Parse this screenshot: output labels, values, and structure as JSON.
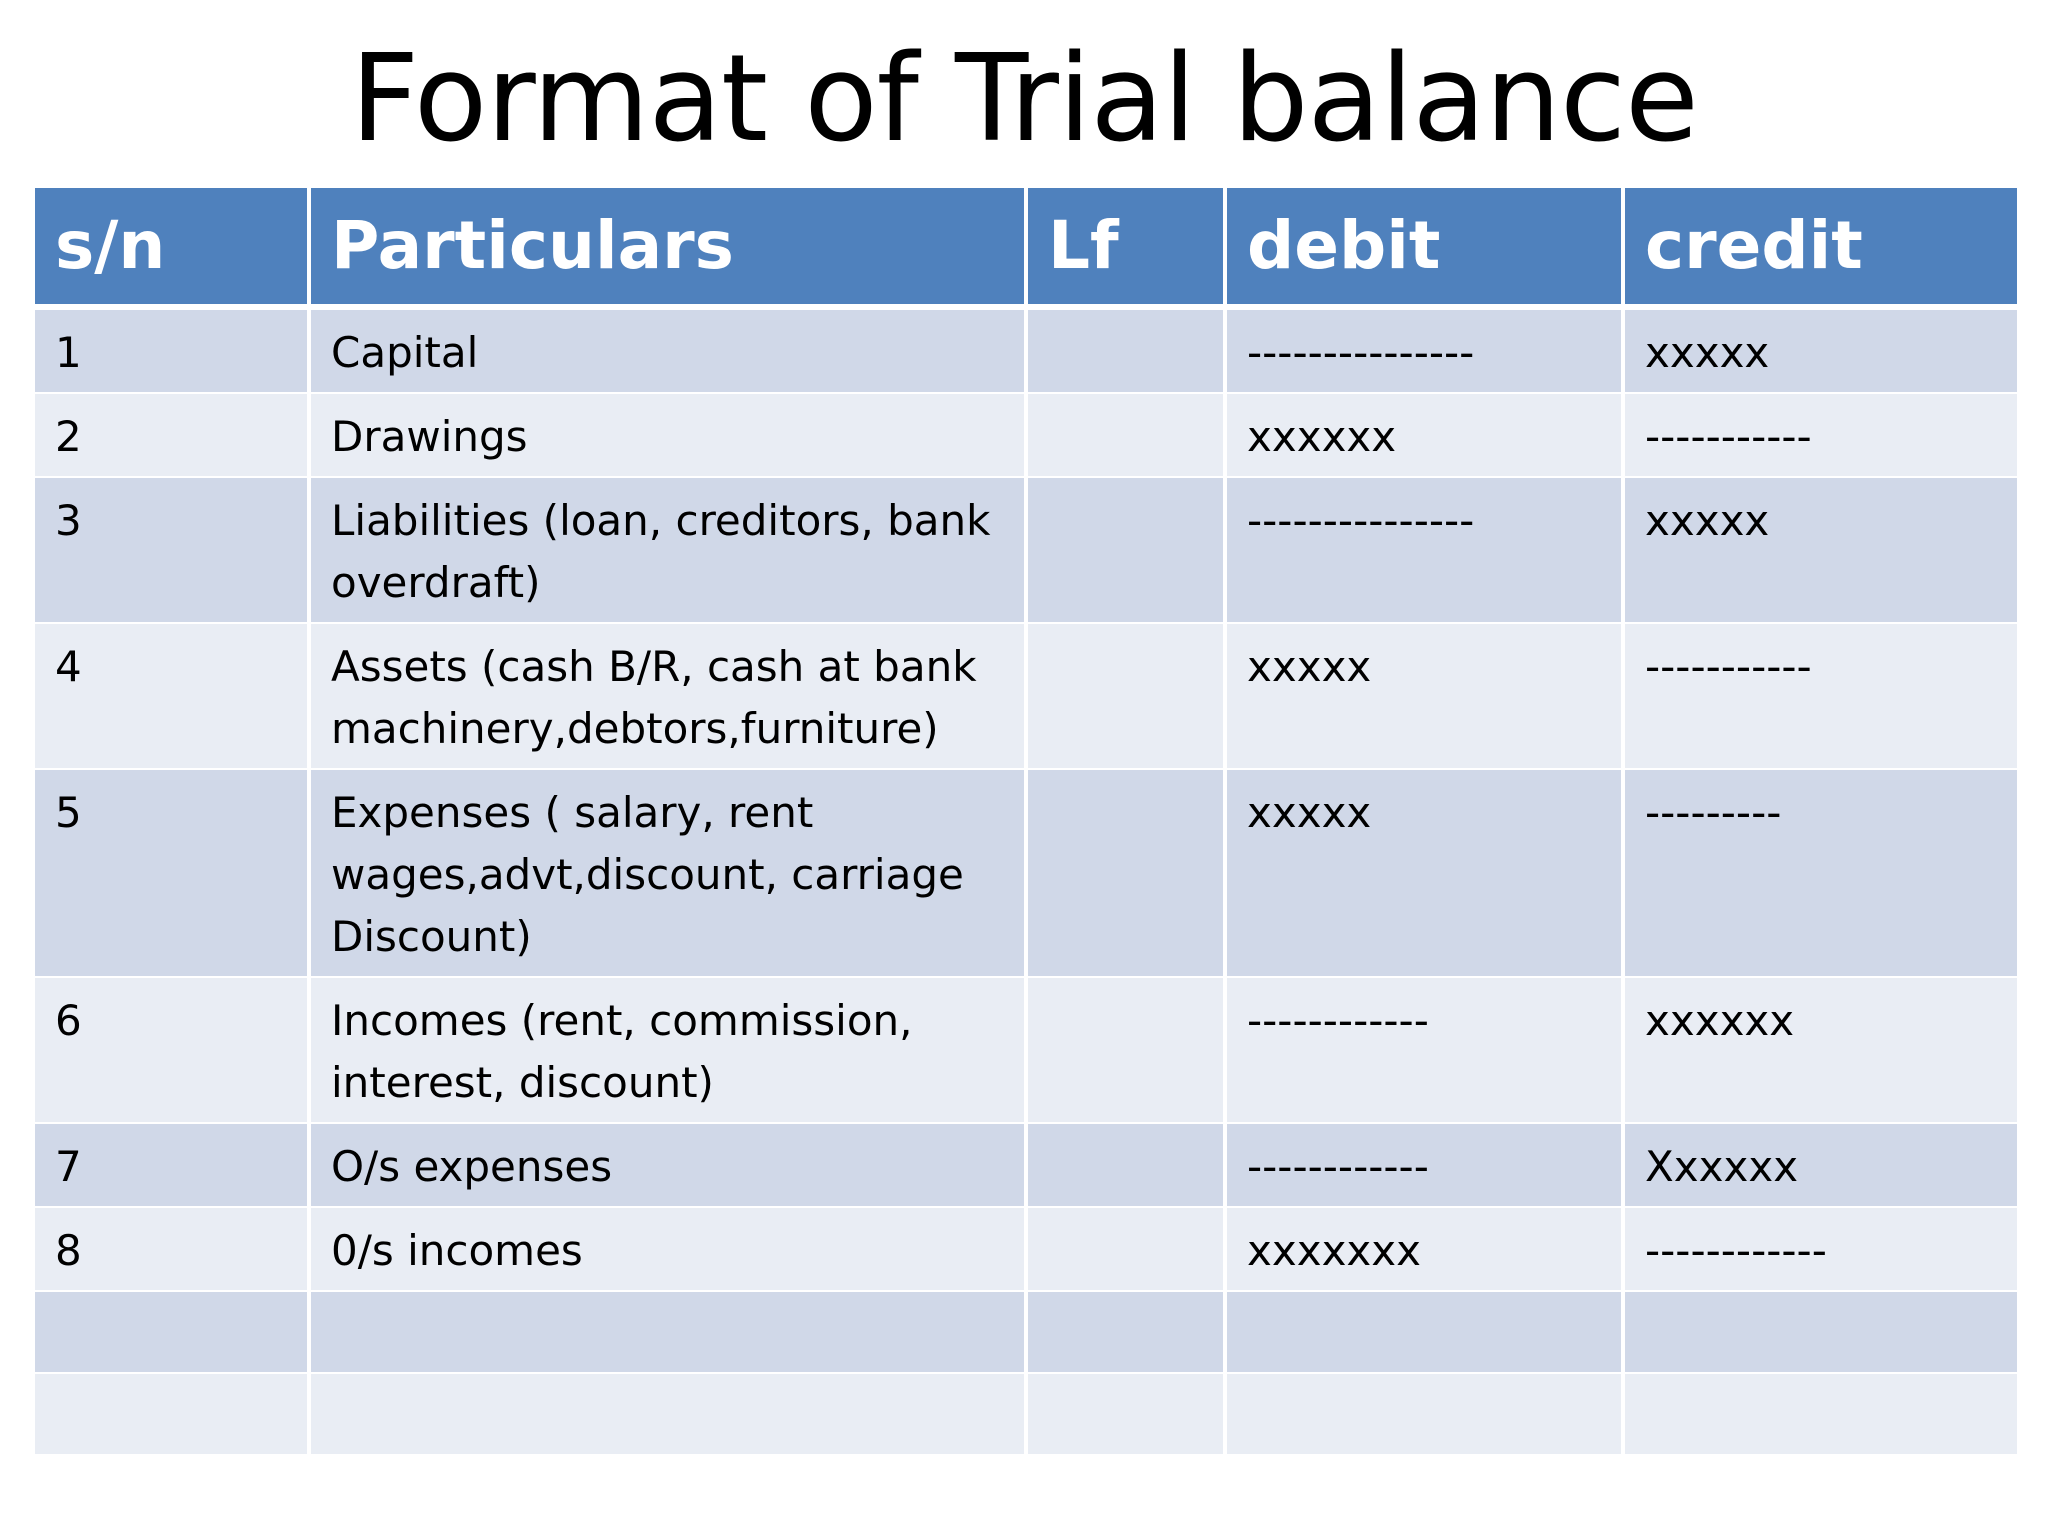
{
  "title": "Format of Trial balance",
  "table": {
    "headers": [
      "s/n",
      "Particulars",
      "Lf",
      "debit",
      "credit"
    ],
    "rows": [
      {
        "sn": "1",
        "particulars": "Capital",
        "lf": "",
        "debit": "---------------",
        "credit": "xxxxx"
      },
      {
        "sn": "2",
        "particulars": "Drawings",
        "lf": "",
        "debit": "xxxxxx",
        "credit": "-----------"
      },
      {
        "sn": "3",
        "particulars": "Liabilities (loan, creditors, bank overdraft)",
        "lf": "",
        "debit": "---------------",
        "credit": "xxxxx"
      },
      {
        "sn": "4",
        "particulars": "Assets (cash B/R, cash at bank machinery,debtors,furniture)",
        "lf": "",
        "debit": "xxxxx",
        "credit": "-----------"
      },
      {
        "sn": "5",
        "particulars": "Expenses  ( salary, rent wages,advt,discount, carriage Discount)",
        "lf": "",
        "debit": "xxxxx",
        "credit": "---------"
      },
      {
        "sn": "6",
        "particulars": "Incomes (rent, commission, interest, discount)",
        "lf": "",
        "debit": "------------",
        "credit": "xxxxxx"
      },
      {
        "sn": "7",
        "particulars": "O/s expenses",
        "lf": "",
        "debit": "------------",
        "credit": "Xxxxxx"
      },
      {
        "sn": "8",
        "particulars": "0/s incomes",
        "lf": "",
        "debit": "xxxxxxx",
        "credit": "------------"
      },
      {
        "sn": "",
        "particulars": "",
        "lf": "",
        "debit": "",
        "credit": ""
      },
      {
        "sn": "",
        "particulars": "",
        "lf": "",
        "debit": "",
        "credit": ""
      }
    ]
  }
}
